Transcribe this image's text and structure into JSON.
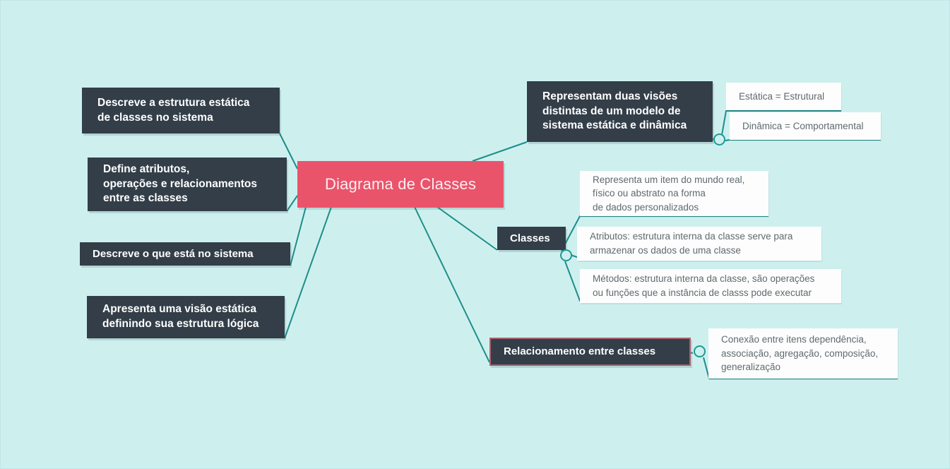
{
  "canvas": {
    "background": "#cdf0ef",
    "link_color": "#1f8d8a",
    "dark_node_color": "#333e48",
    "root_color": "#e9546b",
    "leaf_color": "#fdfdfd",
    "selected_border_color": "#a9636f"
  },
  "root": {
    "label": "Diagrama de Classes"
  },
  "branches": {
    "descreve_estrutura": {
      "lines": [
        "Descreve a estrutura estática",
        "de classes no sistema"
      ]
    },
    "define_atributos": {
      "lines": [
        "Define atributos,",
        "operações e relacionamentos",
        "entre as classes"
      ]
    },
    "descreve_sistema": {
      "lines": [
        "Descreve o que está no sistema"
      ]
    },
    "apresenta_visao": {
      "lines": [
        "Apresenta uma visão estática",
        "definindo sua estrutura lógica"
      ]
    },
    "representam_visoes": {
      "lines": [
        "Representam duas visões",
        "distintas de um modelo de",
        "sistema estática e dinâmica"
      ],
      "children": [
        {
          "lines": [
            "Estática = Estrutural"
          ]
        },
        {
          "lines": [
            "Dinâmica = Comportamental"
          ]
        }
      ]
    },
    "classes": {
      "lines": [
        "Classes"
      ],
      "children": [
        {
          "lines": [
            "Representa um item do mundo real,",
            "físico ou abstrato na forma",
            "de dados personalizados"
          ]
        },
        {
          "lines": [
            "Atributos: estrutura interna da classe serve para",
            "armazenar os dados de uma classe"
          ]
        },
        {
          "lines": [
            "Métodos: estrutura interna da classe, são operações",
            "ou funções que a instância de classs pode executar"
          ]
        }
      ]
    },
    "relacionamento": {
      "lines": [
        "Relacionamento entre classes"
      ],
      "selected": true,
      "children": [
        {
          "lines": [
            "Conexão entre itens dependência,",
            "associação, agregação, composição,",
            "generalização"
          ]
        }
      ]
    }
  }
}
